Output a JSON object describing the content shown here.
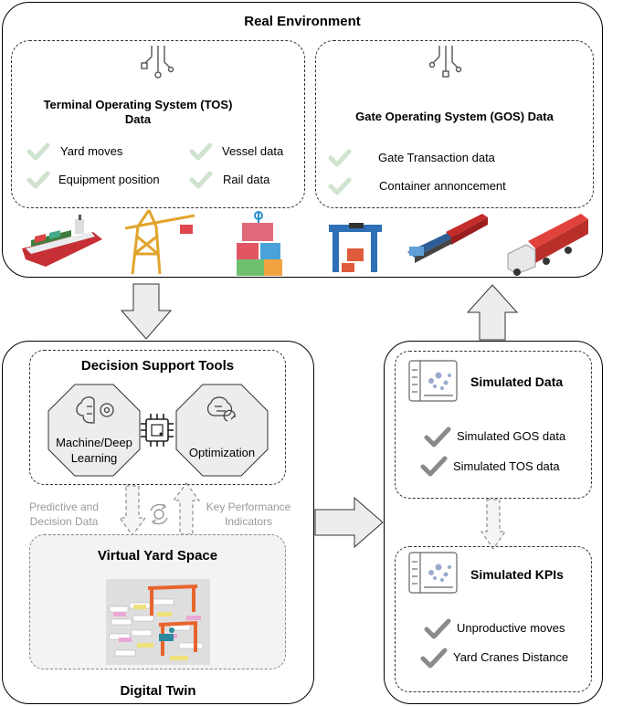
{
  "real_env": {
    "title": "Real Environment",
    "tos": {
      "title_line1": "Terminal Operating System (TOS)",
      "title_line2": "Data",
      "items": [
        "Yard moves",
        "Vessel data",
        "Equipment position",
        "Rail data"
      ]
    },
    "gos": {
      "title": "Gate Operating System (GOS) Data",
      "items": [
        "Gate Transaction data",
        "Container annoncement"
      ]
    }
  },
  "digital_twin": {
    "title": "Digital Twin",
    "dst": {
      "title": "Decision Support Tools",
      "ml_line1": "Machine/Deep",
      "ml_line2": "Learning",
      "opt": "Optimization"
    },
    "left_arrow_line1": "Predictive and",
    "left_arrow_line2": "Decision Data",
    "right_arrow_line1": "Key Performance",
    "right_arrow_line2": "Indicators",
    "vys": {
      "title": "Virtual Yard Space"
    }
  },
  "simulation": {
    "data": {
      "title": "Simulated Data",
      "items": [
        "Simulated GOS data",
        "Simulated TOS data"
      ]
    },
    "kpis": {
      "title": "Simulated KPIs",
      "items": [
        "Unproductive moves",
        "Yard Cranes Distance"
      ]
    }
  },
  "colors": {
    "check_light": "#cfe3cf",
    "check_gray": "#8a8a8a",
    "arrow_fill": "#ededed",
    "crane_orange": "#e8642c"
  }
}
